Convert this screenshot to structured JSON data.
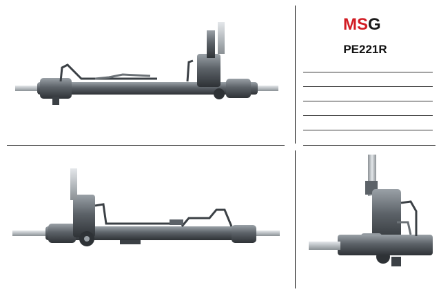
{
  "brand": {
    "logo_letters": [
      "M",
      "S",
      "G"
    ],
    "colors": {
      "m": "#d21c23",
      "s": "#d21c23",
      "g": "#1a1a1a"
    }
  },
  "part_code": "PE221R",
  "notes_lines": 5,
  "photos": [
    {
      "name": "steering-rack-front-view"
    },
    {
      "name": "steering-rack-rear-view"
    },
    {
      "name": "steering-rack-end-view"
    }
  ],
  "colors": {
    "metal": "#5c6268",
    "metal_light": "#9aa1a7",
    "metal_dark": "#2e3236",
    "chrome": "#c9ced2"
  }
}
